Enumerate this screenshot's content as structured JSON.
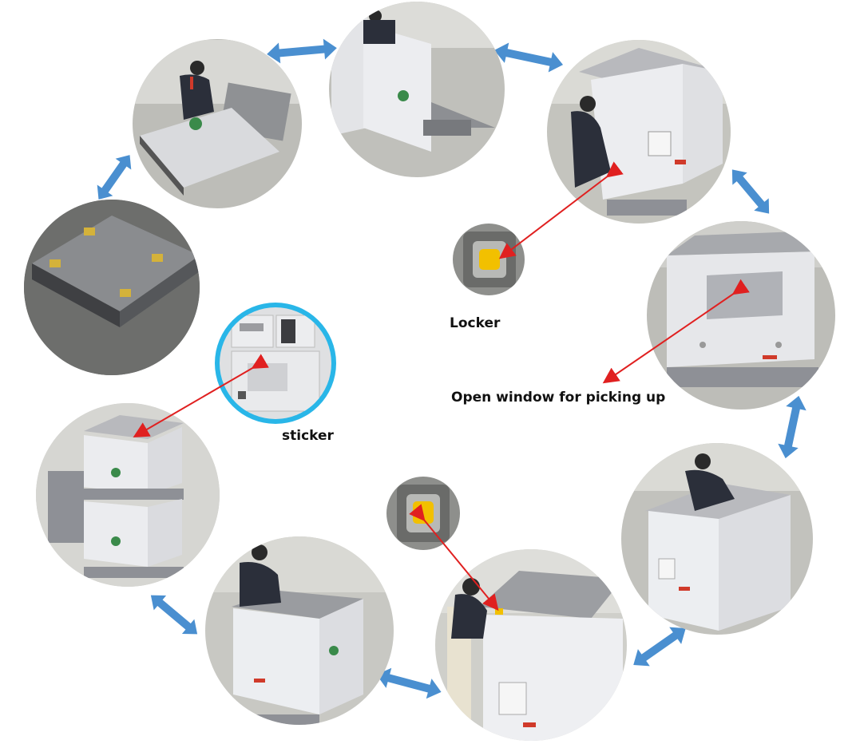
{
  "labels": {
    "locker": "Locker",
    "open_window": "Open window for picking up",
    "sticker": "sticker"
  },
  "colors": {
    "flow_arrow": "#4a8fd0",
    "pointer_arrow": "#e02020",
    "sticker_circle": "#29b6e8",
    "container": "#e6e7ea",
    "pallet": "#8e9096",
    "floor": "#c9c9c4",
    "locker": "#f2c000"
  },
  "steps": [
    {
      "name": "folded-pallet",
      "description_icon": "lid-on-pallet"
    },
    {
      "name": "unfold-lid",
      "description_icon": "person-opening-lid"
    },
    {
      "name": "raise-walls",
      "description_icon": "walls-upright"
    },
    {
      "name": "lock-walls",
      "description_icon": "person-locking-walls"
    },
    {
      "name": "open-window",
      "description_icon": "box-open-window"
    },
    {
      "name": "box-assembled",
      "description_icon": "person-in-box"
    },
    {
      "name": "close-lid-locker",
      "description_icon": "person-closing-lid"
    },
    {
      "name": "box-lidded",
      "description_icon": "person-with-box"
    },
    {
      "name": "stacked-boxes",
      "description_icon": "two-stacked-boxes"
    }
  ],
  "details": [
    {
      "name": "locker-detail-top",
      "icon": "locker-icon"
    },
    {
      "name": "locker-detail-bottom",
      "icon": "locker-icon"
    },
    {
      "name": "sticker-detail",
      "icon": "sticker-icon"
    }
  ]
}
